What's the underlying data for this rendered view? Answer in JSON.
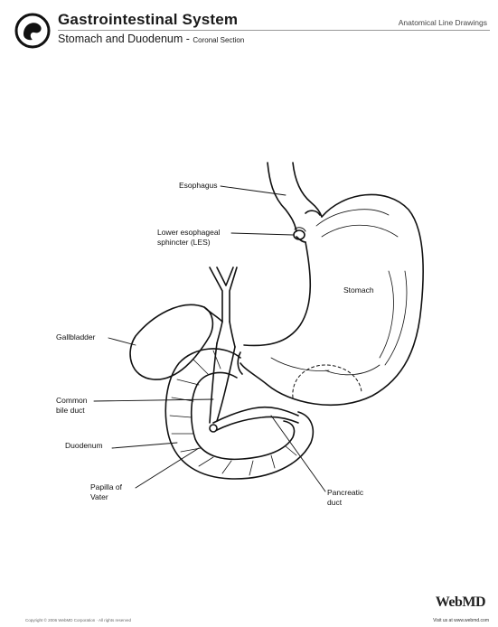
{
  "header": {
    "title": "Gastrointestinal System",
    "subtitle": "Stomach and Duodenum - ",
    "subtitle_note": "Coronal Section",
    "series": "Anatomical Line Drawings"
  },
  "labels": {
    "esophagus": "Esophagus",
    "les_line1": "Lower esophageal",
    "les_line2": "sphincter (LES)",
    "stomach": "Stomach",
    "gallbladder": "Gallbladder",
    "common_bile_line1": "Common",
    "common_bile_line2": "bile duct",
    "duodenum": "Duodenum",
    "papilla_line1": "Papilla of",
    "papilla_line2": "Vater",
    "pancreatic_line1": "Pancreatic",
    "pancreatic_line2": "duct"
  },
  "footer": {
    "copyright": "Copyright © 2006 WebMD Corporation · All rights reserved",
    "brand": "WebMD",
    "url": "Visit us at www.webmd.com"
  }
}
